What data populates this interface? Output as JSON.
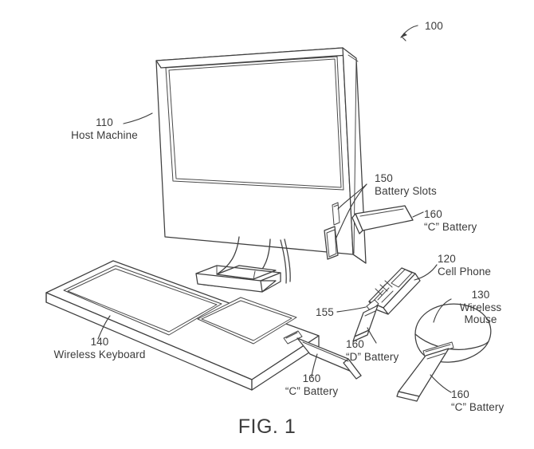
{
  "figure": {
    "caption": "FIG. 1",
    "system_ref": "100",
    "background_color": "#ffffff",
    "line_color": "#3f3f3f",
    "text_color": "#3b3b3b"
  },
  "callouts": [
    {
      "id": "host-machine",
      "ref": "110",
      "name": "Host Machine"
    },
    {
      "id": "battery-slots",
      "ref": "150",
      "name": "Battery Slots"
    },
    {
      "id": "monitor-c-battery",
      "ref": "160",
      "name": "“C” Battery"
    },
    {
      "id": "cell-phone",
      "ref": "120",
      "name": "Cell Phone"
    },
    {
      "id": "phone-slot",
      "ref": "155",
      "name": ""
    },
    {
      "id": "phone-d-battery",
      "ref": "160",
      "name": "“D” Battery"
    },
    {
      "id": "wireless-mouse",
      "ref": "130",
      "name": "Wireless Mouse"
    },
    {
      "id": "mouse-c-battery",
      "ref": "160",
      "name": "“C” Battery"
    },
    {
      "id": "wireless-keyboard",
      "ref": "140",
      "name": "Wireless Keyboard"
    },
    {
      "id": "keyboard-c-battery",
      "ref": "160",
      "name": "“C” Battery"
    }
  ],
  "labels": {
    "system": "100",
    "host_machine_ref": "110",
    "host_machine_name": "Host Machine",
    "battery_slots_ref": "150",
    "battery_slots_name": "Battery Slots",
    "monitor_battery_ref": "160",
    "monitor_battery_name": "“C” Battery",
    "cell_phone_ref": "120",
    "cell_phone_name": "Cell Phone",
    "phone_slot_ref": "155",
    "phone_battery_ref": "160",
    "phone_battery_name": "“D” Battery",
    "mouse_ref": "130",
    "mouse_name_line1": "Wireless",
    "mouse_name_line2": "Mouse",
    "mouse_battery_ref": "160",
    "mouse_battery_name": "“C” Battery",
    "keyboard_ref": "140",
    "keyboard_name": "Wireless Keyboard",
    "keyboard_battery_ref": "160",
    "keyboard_battery_name": "“C” Battery",
    "caption": "FIG. 1"
  }
}
